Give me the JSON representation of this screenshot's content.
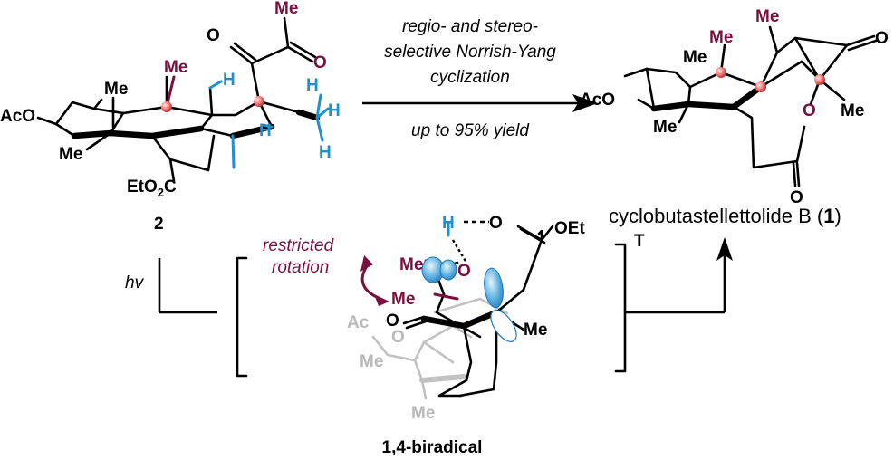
{
  "compound_2": {
    "number": "2",
    "labels": {
      "ac_o": "AcO",
      "me_top": "Me",
      "me_ring": "Me",
      "me_low": "Me",
      "me_mag": "Me",
      "ester_eto": "EtO",
      "ester_sub": "2",
      "ester_c": "C",
      "o_ketone": "O"
    },
    "h_labels": [
      "H",
      "H",
      "H",
      "H",
      "H"
    ]
  },
  "arrow_conditions": {
    "line1": "regio- and stereo-",
    "line2": "selective Norrish-Yang",
    "line3": "cyclization",
    "yield": "up to 95% yield"
  },
  "product": {
    "labels": {
      "ac_o": "AcO",
      "me_1": "Me",
      "me_2": "Me",
      "me_3": "Me",
      "me_mag_1": "Me",
      "me_mag_2": "Me",
      "o_top": "O",
      "o_ring": "O",
      "o_lactone": "O"
    },
    "name": "cyclobutastellettolide B (",
    "name_num": "1",
    "name_close": ")"
  },
  "mechanism": {
    "hv": "hv",
    "restricted_line1": "restricted",
    "restricted_line2": "rotation",
    "triplet": "T",
    "biradical_name": "1,4-biradical",
    "labels": {
      "h": "H",
      "o_1": "O",
      "oet": "OEt",
      "me_mag": "Me",
      "o_radical": "O",
      "me_mag_2": "Me",
      "o_ketone": "O",
      "me_right": "Me",
      "ac": "Ac",
      "o_gray": "O",
      "me_gray_1": "Me",
      "me_gray_2": "Me"
    }
  },
  "colors": {
    "magenta": "#7a1040",
    "blue": "#1e8fd0",
    "gray": "#c2c2c2",
    "sphere": "#e85050"
  }
}
